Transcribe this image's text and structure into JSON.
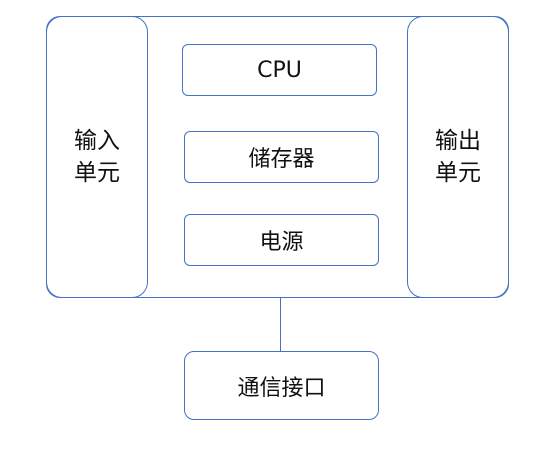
{
  "diagram": {
    "input_unit": [
      "输入",
      "单元"
    ],
    "output_unit": [
      "输出",
      "单元"
    ],
    "center_blocks": [
      "CPU",
      "储存器",
      "电源"
    ],
    "comm_interface": "通信接口"
  },
  "colors": {
    "border": "#4472c4",
    "text": "#111111",
    "background": "#ffffff"
  }
}
